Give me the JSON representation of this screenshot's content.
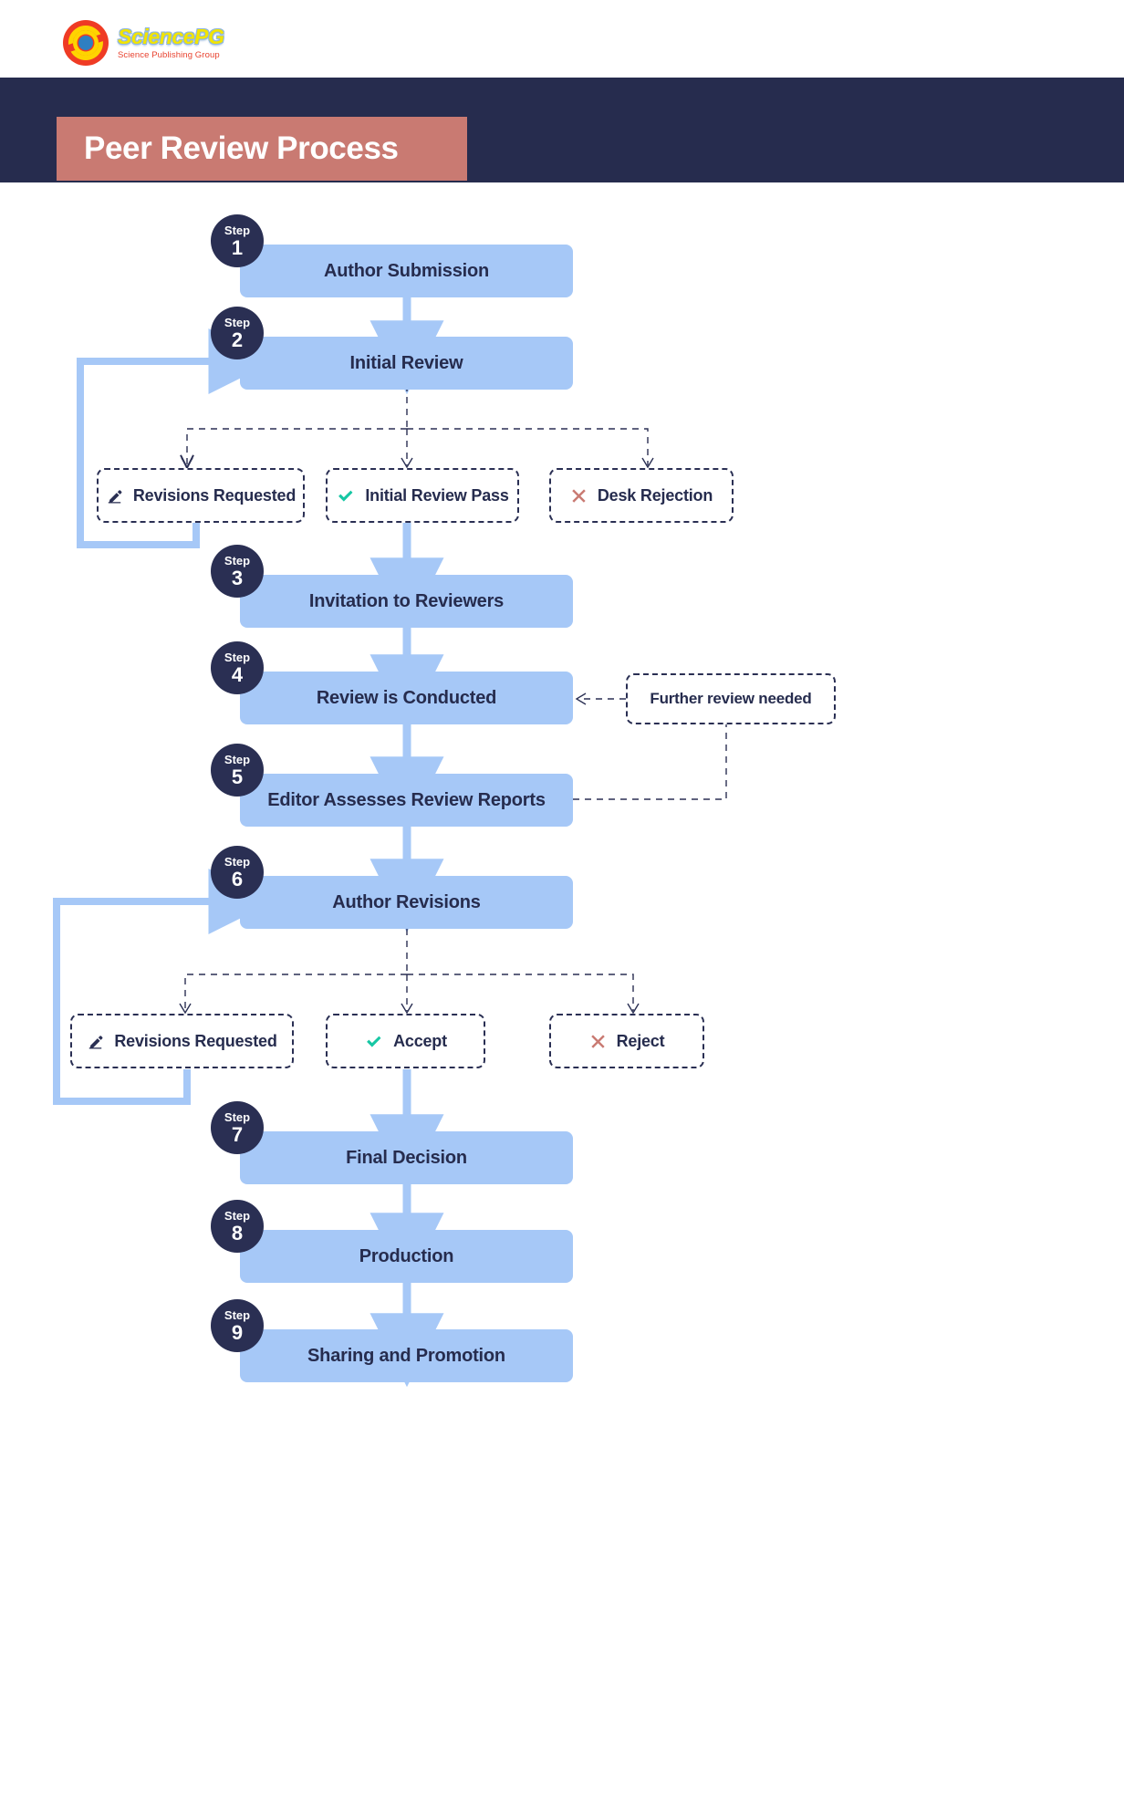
{
  "brand": {
    "logo_icon": "sciencepg-circular-logo",
    "name": "SciencePG",
    "tagline": "Science Publishing Group"
  },
  "header": {
    "title": "Peer Review Process",
    "band_color": "#262c4e",
    "banner_color": "#c97a72"
  },
  "colors": {
    "node_fill": "#a6c8f7",
    "node_text": "#262c4e",
    "badge_fill": "#2a2f53",
    "arrow_blue": "#a6c8f7",
    "dashed_stroke": "#2a2f53",
    "accept_green": "#17c7a4",
    "reject_red": "#c97a72"
  },
  "chart_data": {
    "type": "diagram",
    "title": "Peer Review Process",
    "nodes": [
      {
        "id": "s1",
        "step_word": "Step",
        "step_number": "1",
        "label": "Author Submission"
      },
      {
        "id": "s2",
        "step_word": "Step",
        "step_number": "2",
        "label": "Initial Review"
      },
      {
        "id": "s3",
        "step_word": "Step",
        "step_number": "3",
        "label": "Invitation to Reviewers"
      },
      {
        "id": "s4",
        "step_word": "Step",
        "step_number": "4",
        "label": "Review is Conducted"
      },
      {
        "id": "s5",
        "step_word": "Step",
        "step_number": "5",
        "label": "Editor Assesses Review Reports"
      },
      {
        "id": "s6",
        "step_word": "Step",
        "step_number": "6",
        "label": "Author Revisions"
      },
      {
        "id": "s7",
        "step_word": "Step",
        "step_number": "7",
        "label": "Final Decision"
      },
      {
        "id": "s8",
        "step_word": "Step",
        "step_number": "8",
        "label": "Production"
      },
      {
        "id": "s9",
        "step_word": "Step",
        "step_number": "9",
        "label": "Sharing and Promotion"
      }
    ],
    "decisions_group_1": [
      {
        "id": "d1a",
        "label": "Revisions Requested",
        "icon": "pencil-icon"
      },
      {
        "id": "d1b",
        "label": "Initial Review Pass",
        "icon": "check-icon"
      },
      {
        "id": "d1c",
        "label": "Desk Rejection",
        "icon": "cross-icon"
      }
    ],
    "decisions_group_2": [
      {
        "id": "d2a",
        "label": "Revisions Requested",
        "icon": "pencil-icon"
      },
      {
        "id": "d2b",
        "label": "Accept",
        "icon": "check-icon"
      },
      {
        "id": "d2c",
        "label": "Reject",
        "icon": "cross-icon"
      }
    ],
    "notes": [
      {
        "id": "n1",
        "label": "Further review needed"
      }
    ],
    "edges": [
      {
        "from": "s1",
        "to": "s2",
        "style": "solid-arrow"
      },
      {
        "from": "s2",
        "to": "d1a",
        "style": "dashed-arrow"
      },
      {
        "from": "s2",
        "to": "d1b",
        "style": "dashed-arrow"
      },
      {
        "from": "s2",
        "to": "d1c",
        "style": "dashed-arrow"
      },
      {
        "from": "d1a",
        "to": "s2",
        "style": "solid-loop-left"
      },
      {
        "from": "d1b",
        "to": "s3",
        "style": "solid-arrow"
      },
      {
        "from": "s3",
        "to": "s4",
        "style": "solid-arrow"
      },
      {
        "from": "s4",
        "to": "s5",
        "style": "solid-arrow"
      },
      {
        "from": "n1",
        "to": "s4",
        "style": "dashed-arrow"
      },
      {
        "from": "s5",
        "to": "n1",
        "style": "dashed-line"
      },
      {
        "from": "s5",
        "to": "s6",
        "style": "solid-arrow"
      },
      {
        "from": "s6",
        "to": "d2a",
        "style": "dashed-arrow"
      },
      {
        "from": "s6",
        "to": "d2b",
        "style": "dashed-arrow"
      },
      {
        "from": "s6",
        "to": "d2c",
        "style": "dashed-arrow"
      },
      {
        "from": "d2a",
        "to": "s6",
        "style": "solid-loop-left"
      },
      {
        "from": "d2b",
        "to": "s7",
        "style": "solid-arrow"
      },
      {
        "from": "s7",
        "to": "s8",
        "style": "solid-arrow"
      },
      {
        "from": "s8",
        "to": "s9",
        "style": "solid-arrow"
      }
    ]
  }
}
